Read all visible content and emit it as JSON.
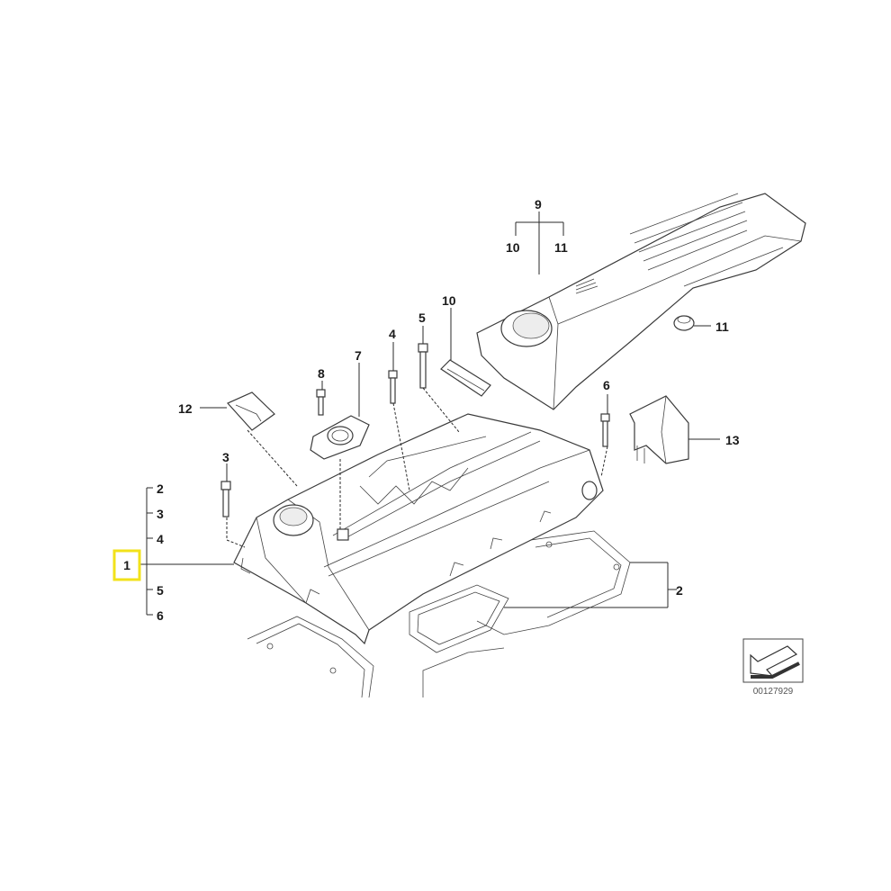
{
  "diagram": {
    "id_label": "00127929",
    "highlight_color": "#f2e21a",
    "callouts": {
      "c1": "1",
      "c2_left": "2",
      "c3_left": "3",
      "c4_left": "4",
      "c5_left": "5",
      "c6_left": "6",
      "c2_right": "2",
      "c3_top": "3",
      "c4_top": "4",
      "c5_top": "5",
      "c6_top": "6",
      "c7": "7",
      "c8": "8",
      "c9": "9",
      "c10_left": "10",
      "c11_left": "11",
      "c10_mid": "10",
      "c11_right": "11",
      "c12": "12",
      "c13": "13"
    },
    "icons": [
      "direction-arrow-icon"
    ]
  }
}
